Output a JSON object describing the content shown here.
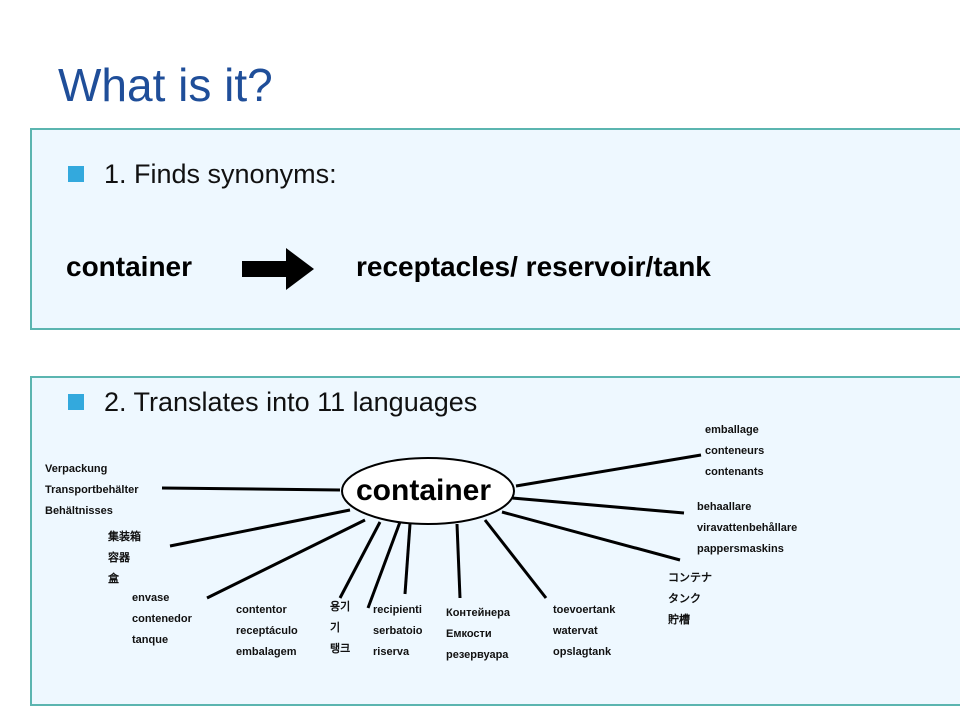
{
  "slide": {
    "title": "What is it?"
  },
  "section1": {
    "heading": "1. Finds synonyms:",
    "source_word": "container",
    "target_words": "receptacles/ reservoir/tank",
    "arrow_icon": "right-arrow-icon"
  },
  "section2": {
    "heading": "2. Translates into 11 languages",
    "center_word": "container",
    "translations": {
      "german": [
        "Verpackung",
        "Transportbehälter",
        "Behältnisses"
      ],
      "chinese": [
        "集装箱",
        "容器",
        "盒"
      ],
      "spanish": [
        "envase",
        "contenedor",
        "tanque"
      ],
      "portuguese": [
        "contentor",
        "receptáculo",
        "embalagem"
      ],
      "korean": [
        "용기",
        "기",
        "탱크"
      ],
      "italian": [
        "recipienti",
        "serbatoio",
        "riserva"
      ],
      "russian": [
        "Контейнера",
        "Емкости",
        "резервуара"
      ],
      "dutch": [
        "toevoertank",
        "watervat",
        "opslagtank"
      ],
      "japanese": [
        "コンテナ",
        "タンク",
        "貯槽"
      ],
      "swedish": [
        "behaallare",
        "viravattenbehållare",
        "pappersmaskins"
      ],
      "french": [
        "emballage",
        "conteneurs",
        "contenants"
      ]
    }
  },
  "colors": {
    "title": "#1f4e99",
    "panel_fill": "#eef8ff",
    "panel_border": "#5bb5b0",
    "bullet": "#33a9dd"
  }
}
